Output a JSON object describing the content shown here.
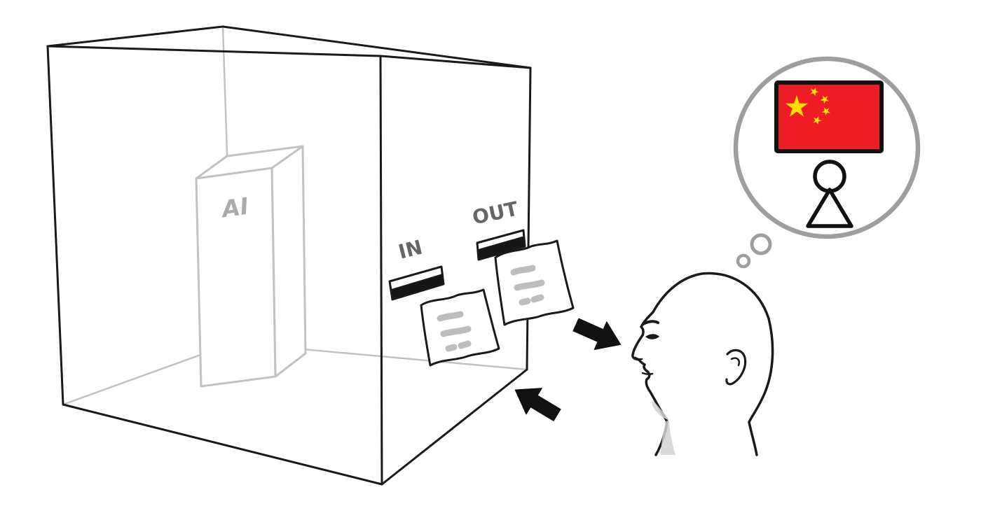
{
  "scene": {
    "labels": {
      "ai_box": "AI",
      "in_slot": "IN",
      "out_slot": "OUT"
    }
  },
  "colors": {
    "ink": "#1a1a1a",
    "sketch_gray": "#c2c2c2",
    "label_gray": "#666666",
    "ai_label_gray": "#ababab",
    "bubble_gray": "#9e9e9e",
    "scribble_gray": "#bdbdbd",
    "shading_gray": "#d2d2d2",
    "flag_red": "#ee1c25",
    "flag_star_yellow": "#ffde00",
    "flag_border": "#111111",
    "background": "#ffffff"
  },
  "icons": {
    "thought_bubble": "thought-bubble",
    "china_flag": "china-flag-icon",
    "person": "person-icon",
    "arrow": "solid-arrow-icon",
    "paper": "paper-note-icon"
  }
}
